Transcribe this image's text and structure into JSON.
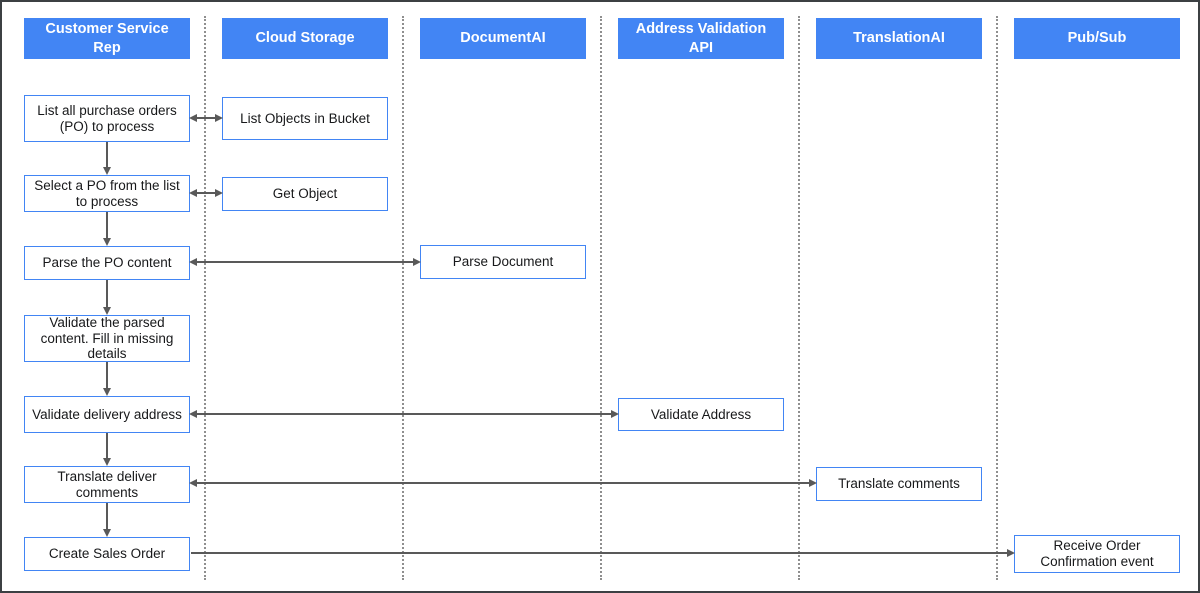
{
  "colors": {
    "header_bg": "#4285f4",
    "node_border": "#4285f4",
    "arrow": "#595959",
    "lane_separator": "#8f8f8f"
  },
  "lanes": [
    {
      "title": "Customer Service Rep"
    },
    {
      "title": "Cloud Storage"
    },
    {
      "title": "DocumentAI"
    },
    {
      "title": "Address Validation API"
    },
    {
      "title": "TranslationAI"
    },
    {
      "title": "Pub/Sub"
    }
  ],
  "steps": {
    "csr_list_po": "List all purchase orders (PO) to process",
    "csr_select_po": "Select a PO from the list to process",
    "csr_parse_po": "Parse the PO content",
    "csr_validate_content": "Validate the parsed content. Fill in missing details",
    "csr_validate_address": "Validate delivery address",
    "csr_translate_comments": "Translate deliver comments",
    "csr_create_order": "Create Sales Order",
    "storage_list_objects": "List Objects in Bucket",
    "storage_get_object": "Get Object",
    "docai_parse_document": "Parse Document",
    "address_validate": "Validate Address",
    "translation_translate": "Translate comments",
    "pubsub_receive": "Receive Order Confirmation event"
  }
}
